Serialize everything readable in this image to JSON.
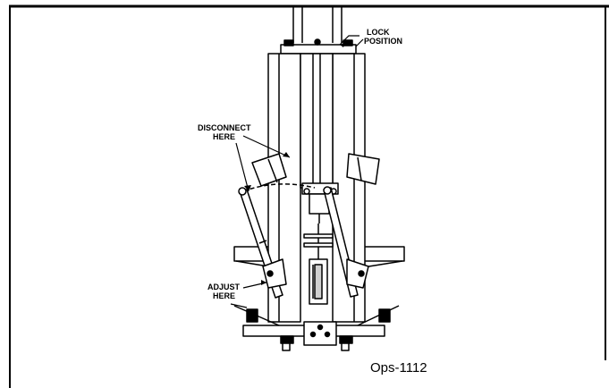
{
  "labels": {
    "lock_line1": "LOCK",
    "lock_line2": "POSITION",
    "disconnect_line1": "DISCONNECT",
    "disconnect_line2": "HERE",
    "adjust_line1": "ADJUST",
    "adjust_line2": "HERE"
  },
  "figure_id": "Ops-1112",
  "colors": {
    "ink": "#000000",
    "paper": "#ffffff",
    "shade": "#d0d0d0"
  }
}
